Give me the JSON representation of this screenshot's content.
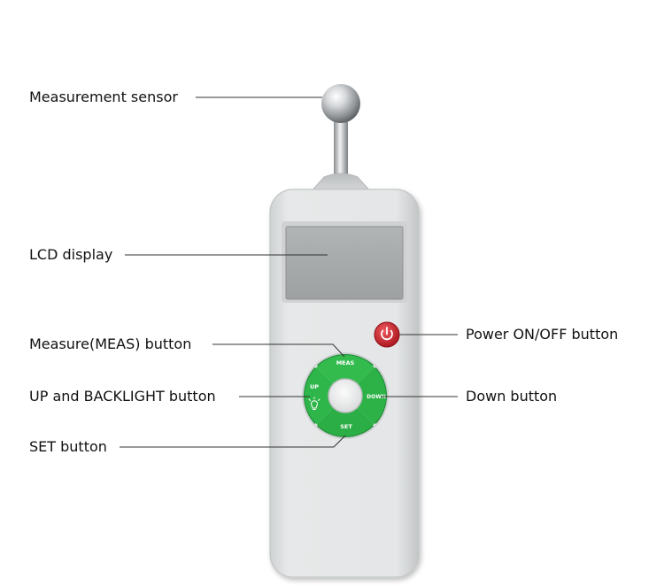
{
  "callouts": {
    "sensor": "Measurement sensor",
    "lcd": "LCD display",
    "meas": "Measure(MEAS) button",
    "up": "UP and BACKLIGHT button",
    "set": "SET button",
    "power": "Power ON/OFF button",
    "down": "Down button"
  },
  "device": {
    "meas_key": "MEAS",
    "up_key": "UP",
    "down_key": "DOWN",
    "set_key": "SET"
  },
  "colors": {
    "body": "#e4e6e7",
    "body_edge": "#c9cccd",
    "lcd": "#a9acad",
    "key_green": "#2fb84a",
    "key_dark_green": "#1e8c35",
    "power_red": "#c8232c",
    "leader": "#333333"
  },
  "icons": {
    "power": "power-icon",
    "backlight": "bulb-icon"
  }
}
